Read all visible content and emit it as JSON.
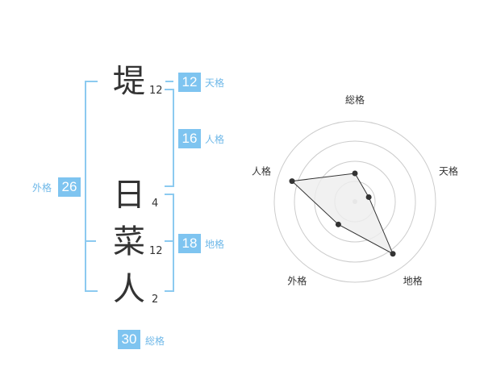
{
  "name_chars": [
    {
      "char": "堤",
      "strokes": "12"
    },
    {
      "char": "日",
      "strokes": "4"
    },
    {
      "char": "菜",
      "strokes": "12"
    },
    {
      "char": "人",
      "strokes": "2"
    }
  ],
  "kaku": {
    "tenkaku": {
      "label": "天格",
      "value": "12"
    },
    "jinkaku": {
      "label": "人格",
      "value": "16"
    },
    "chikaku": {
      "label": "地格",
      "value": "18"
    },
    "gaikaku": {
      "label": "外格",
      "value": "26"
    },
    "soukaku": {
      "label": "総格",
      "value": "30"
    }
  },
  "chart_data": {
    "type": "radar",
    "axes": [
      "総格",
      "天格",
      "地格",
      "外格",
      "人格"
    ],
    "values": [
      0.35,
      0.18,
      0.8,
      0.35,
      0.82
    ],
    "colors": {
      "fill": "#eeeeee",
      "line": "#333333",
      "grid": "#cccccc",
      "accent": "#7ec4f0"
    }
  }
}
